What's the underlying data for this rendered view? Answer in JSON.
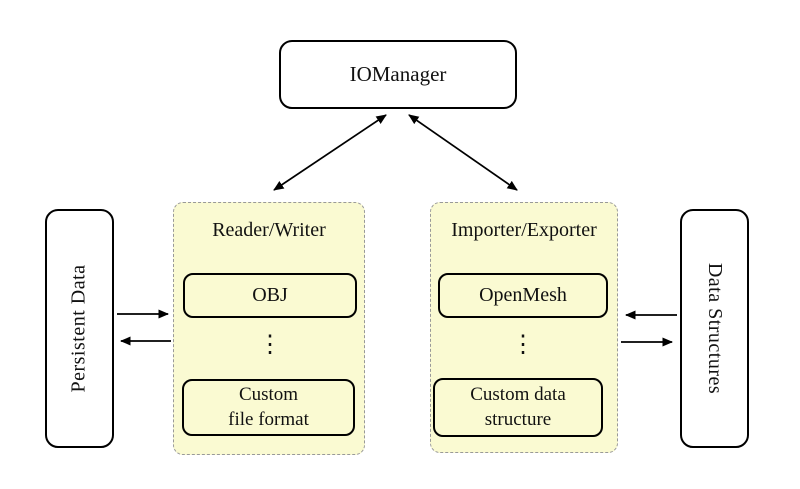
{
  "diagram": {
    "io_manager": "IOManager",
    "persistent_data": "Persistent Data",
    "data_structures": "Data Structures",
    "reader_writer": {
      "title": "Reader/Writer",
      "top_item": "OBJ",
      "ellipsis": "⋮",
      "bottom_item_line1": "Custom",
      "bottom_item_line2": "file format"
    },
    "importer_exporter": {
      "title": "Importer/Exporter",
      "top_item": "OpenMesh",
      "ellipsis": "⋮",
      "bottom_item_line1": "Custom data",
      "bottom_item_line2": "structure"
    }
  },
  "colors": {
    "background": "#FFFFFF",
    "panel_fill": "#FAFAD2",
    "panel_border": "#999999",
    "node_border": "#000000",
    "node_fill": "#FFFFFF",
    "arrow": "#000000"
  }
}
